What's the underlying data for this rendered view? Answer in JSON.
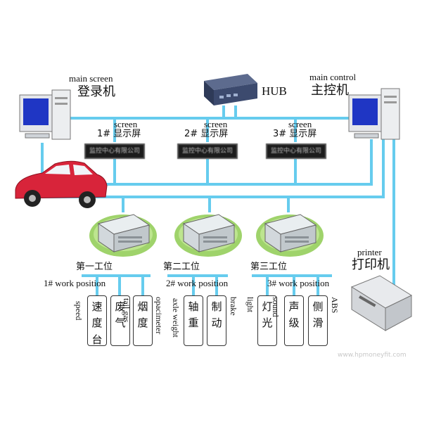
{
  "labels": {
    "main_screen_en": "main screen",
    "main_screen_zh": "登录机",
    "hub_label": "HUB",
    "main_control_en": "main control",
    "main_control_zh": "主控机",
    "screen1_en": "screen",
    "screen1_zh": "1# 显示屏",
    "screen2_en": "screen",
    "screen2_zh": "2# 显示屏",
    "screen3_en": "screen",
    "screen3_zh": "3# 显示屏",
    "pos1_zh": "第一工位",
    "pos2_zh": "第二工位",
    "pos3_zh": "第三工位",
    "pos1_en": "1# work position",
    "pos2_en": "2# work position",
    "pos3_en": "3# work position",
    "printer_en": "printer",
    "printer_zh": "打印机"
  },
  "screens": [
    {
      "text": "监控中心有限公司"
    },
    {
      "text": "监控中心有限公司"
    },
    {
      "text": "监控中心有限公司"
    }
  ],
  "tests": {
    "speed_zh": "速度台",
    "speed_en": "speed",
    "exhaust_zh": "废气",
    "exhaust_en": "tail gas",
    "smoke_zh": "烟度",
    "smoke_en": "opacimeter",
    "axle_zh": "轴重",
    "axle_en": "axle weight",
    "brake_zh": "制动",
    "brake_en": "brake",
    "light_zh": "灯光",
    "light_en": "light",
    "sound_zh": "声级",
    "sound_en": "sound",
    "side_zh": "侧滑",
    "side_en": "ABS"
  },
  "watermark": "www.hpmoneyfit.com",
  "colors": {
    "line": "#66ccee",
    "car": "#d8243a",
    "hub": "#3c4a6e"
  }
}
